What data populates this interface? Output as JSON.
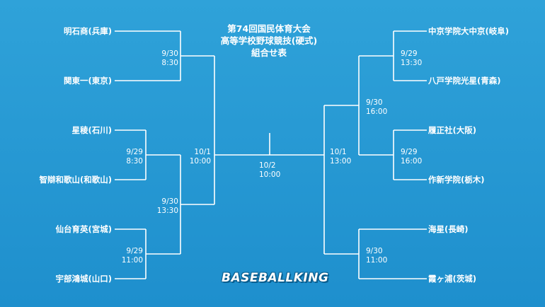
{
  "title": {
    "line1": "第74回国民体育大会",
    "line2": "高等学校野球競技(硬式)",
    "line3": "組合せ表"
  },
  "left": {
    "teams": [
      "明石商(兵庫)",
      "関東一(東京)",
      "星稜(石川)",
      "智辯和歌山(和歌山)",
      "仙台育英(宮城)",
      "宇部鴻城(山口)"
    ],
    "games": {
      "g1": {
        "date": "9/30",
        "time": "8:30"
      },
      "g2": {
        "date": "9/29",
        "time": "8:30"
      },
      "g3": {
        "date": "9/29",
        "time": "11:00"
      },
      "g4": {
        "date": "9/30",
        "time": "13:30"
      },
      "semi": {
        "date": "10/1",
        "time": "10:00"
      }
    }
  },
  "right": {
    "teams": [
      "中京学院大中京(岐阜)",
      "八戸学院光星(青森)",
      "履正社(大阪)",
      "作新学院(栃木)",
      "海星(長崎)",
      "霞ヶ浦(茨城)"
    ],
    "games": {
      "g1": {
        "date": "9/29",
        "time": "13:30"
      },
      "g2": {
        "date": "9/29",
        "time": "16:00"
      },
      "g3": {
        "date": "9/30",
        "time": "16:00"
      },
      "g4": {
        "date": "9/30",
        "time": "11:00"
      },
      "semi": {
        "date": "10/1",
        "time": "13:00"
      }
    }
  },
  "final": {
    "date": "10/2",
    "time": "10:00"
  },
  "logo": "BASEBALLKING",
  "colors": {
    "background": "#2196d3",
    "line": "#ffffff"
  }
}
